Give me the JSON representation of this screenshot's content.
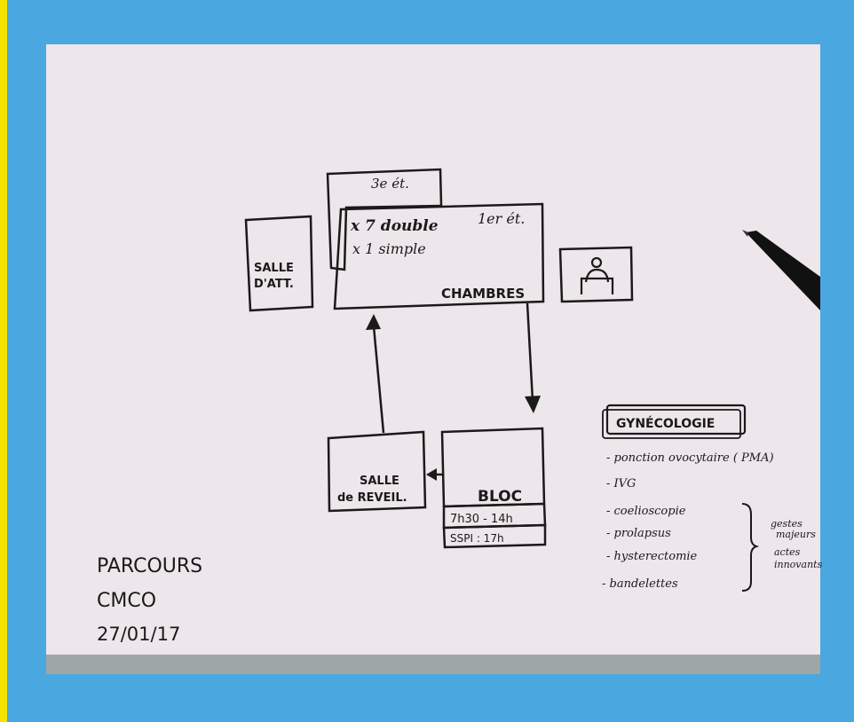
{
  "floor_labels": {
    "third": "3e ét.",
    "first": "1er ét."
  },
  "rooms": {
    "double": "x 7 double",
    "simple": "x 1 simple",
    "chambres": "CHAMBRES"
  },
  "salle_attente": {
    "line1": "SALLE",
    "line2": "D'ATT."
  },
  "salle_reveil": {
    "line1": "SALLE",
    "line2": "de REVEIL."
  },
  "bloc": {
    "title": "BLOC",
    "hours": "7h30 - 14h",
    "sspi": "SSPI : 17h"
  },
  "gynecologie": {
    "title": "GYNÉCOLOGIE",
    "items": [
      "- ponction ovocytaire ( PMA)",
      "- IVG",
      "- coelioscopie",
      "- prolapsus",
      "- hysterectomie",
      "- bandelettes"
    ],
    "note1a": "gestes",
    "note1b": "majeurs",
    "note2a": "actes",
    "note2b": "innovants"
  },
  "caption": {
    "line1": "PARCOURS",
    "line2": "CMCO",
    "line3": "27/01/17"
  },
  "icons": {
    "reception": "reception-desk-icon",
    "pen": "marker-pen-icon"
  },
  "colors": {
    "frame": "#4ba7df",
    "border": "#f5e300",
    "paper": "#ede6ea",
    "ink": "#1a1a1a"
  }
}
